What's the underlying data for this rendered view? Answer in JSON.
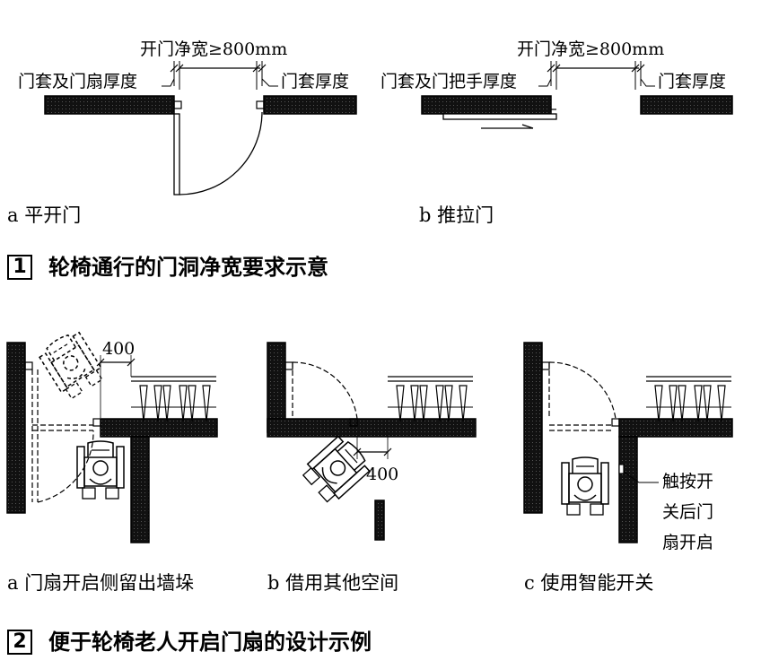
{
  "figure1": {
    "number": "1",
    "title": "轮椅通行的门洞净宽要求示意",
    "panel_a": {
      "width_label": "开门净宽≥800mm",
      "left_label": "门套及门扇厚度",
      "right_label": "门套厚度",
      "caption": "a 平开门"
    },
    "panel_b": {
      "width_label": "开门净宽≥800mm",
      "left_label": "门套及门把手厚度",
      "right_label": "门套厚度",
      "caption": "b 推拉门"
    }
  },
  "figure2": {
    "number": "2",
    "title": "便于轮椅老人开启门扇的设计示例",
    "panel_a": {
      "dimension": "400",
      "caption": "a 门扇开启侧留出墙垛"
    },
    "panel_b": {
      "dimension": "400",
      "caption": "b 借用其他空间"
    },
    "panel_c": {
      "note_lines": [
        "触按开",
        "关后门",
        "扇开启"
      ],
      "caption": "c 使用智能开关"
    }
  }
}
